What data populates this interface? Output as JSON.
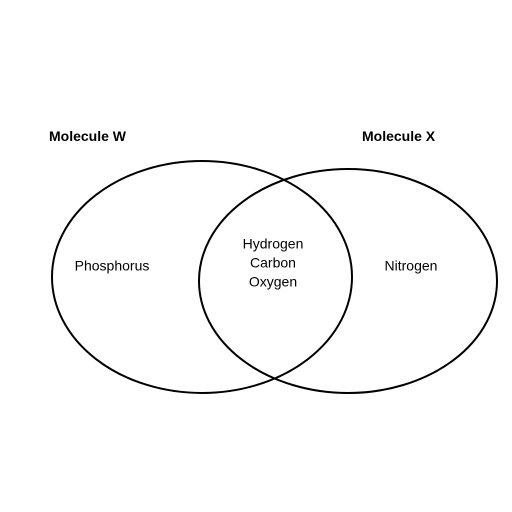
{
  "diagram": {
    "sets": [
      {
        "name": "Molecule W",
        "only": [
          "Phosphorus"
        ]
      },
      {
        "name": "Molecule X",
        "only": [
          "Nitrogen"
        ]
      }
    ],
    "shared": [
      "Hydrogen",
      "Carbon",
      "Oxygen"
    ]
  }
}
